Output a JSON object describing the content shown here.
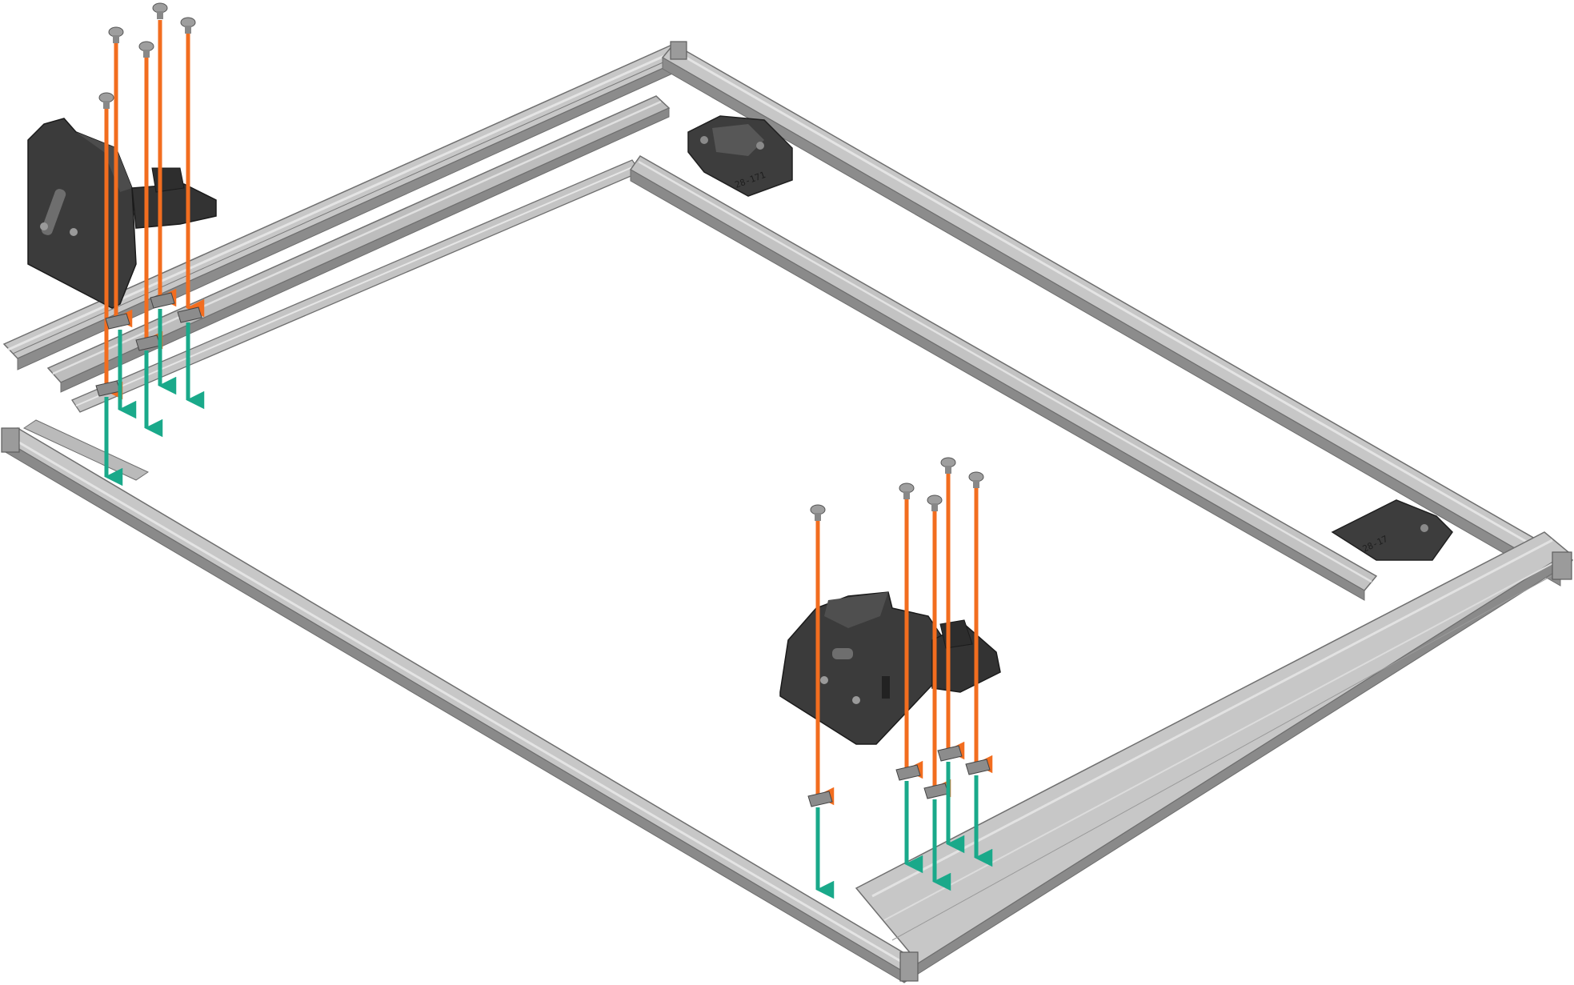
{
  "figure": {
    "background": "#ffffff",
    "extrusion_color": "#b4b4b4",
    "extrusion_shadow": "#7a7a7a",
    "part_color": "#3a3a3a",
    "bolt_arrow_color": "#f26d1f",
    "nut_arrow_color": "#1aa98a"
  },
  "frame": {
    "rails": [
      "front-left-rail",
      "back-right-rail",
      "back-left-rail",
      "front-right-rail",
      "inner-rail"
    ],
    "corner_brackets": [
      {
        "id": "back-corner-bracket",
        "label": "28-171"
      },
      {
        "id": "right-corner-bracket",
        "label": "28-17"
      }
    ]
  },
  "assemblies": [
    {
      "id": "left-mount",
      "bolts": 5,
      "tnuts": 5
    },
    {
      "id": "right-mount",
      "bolts": 5,
      "tnuts": 5
    }
  ]
}
